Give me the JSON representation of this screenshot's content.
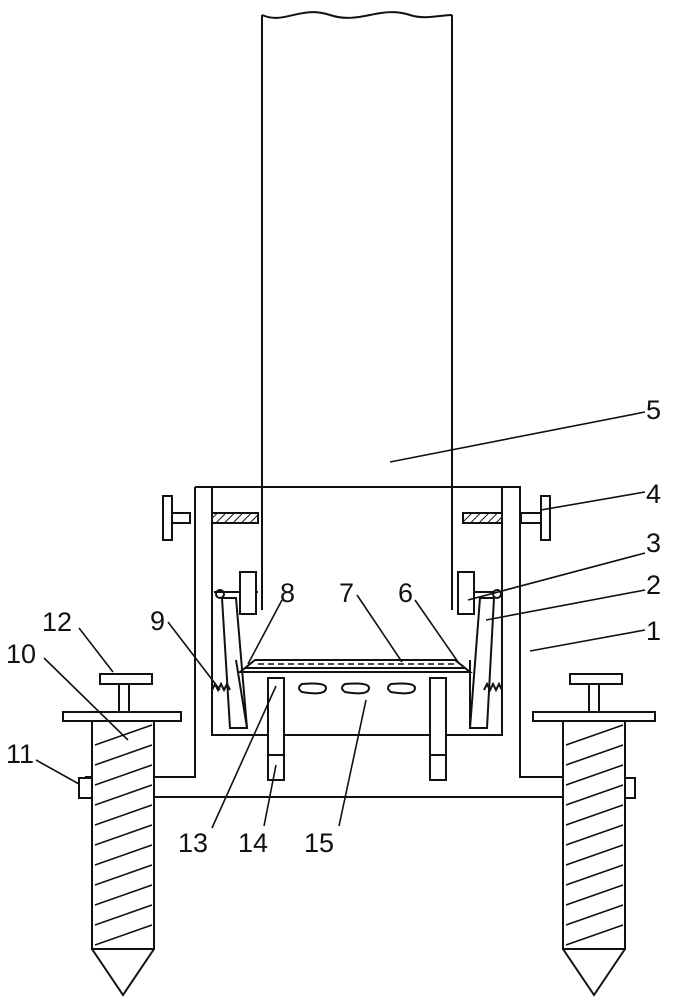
{
  "figure": {
    "labels": [
      "1",
      "2",
      "3",
      "4",
      "5",
      "6",
      "7",
      "8",
      "9",
      "10",
      "11",
      "12",
      "13",
      "14",
      "15"
    ]
  }
}
